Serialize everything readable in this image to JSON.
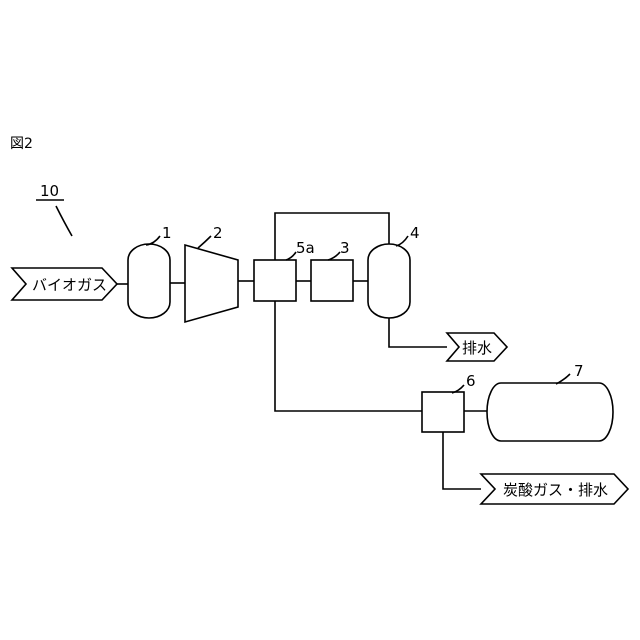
{
  "figure_label": "図2",
  "system_number": "10",
  "streams": {
    "inlet": "バイオガス",
    "drain": "排水",
    "co2_drain": "炭酸ガス・排水"
  },
  "component_numbers": {
    "c1": "1",
    "c2": "2",
    "c5a": "5a",
    "c3": "3",
    "c4": "4",
    "c6": "6",
    "c7": "7"
  }
}
